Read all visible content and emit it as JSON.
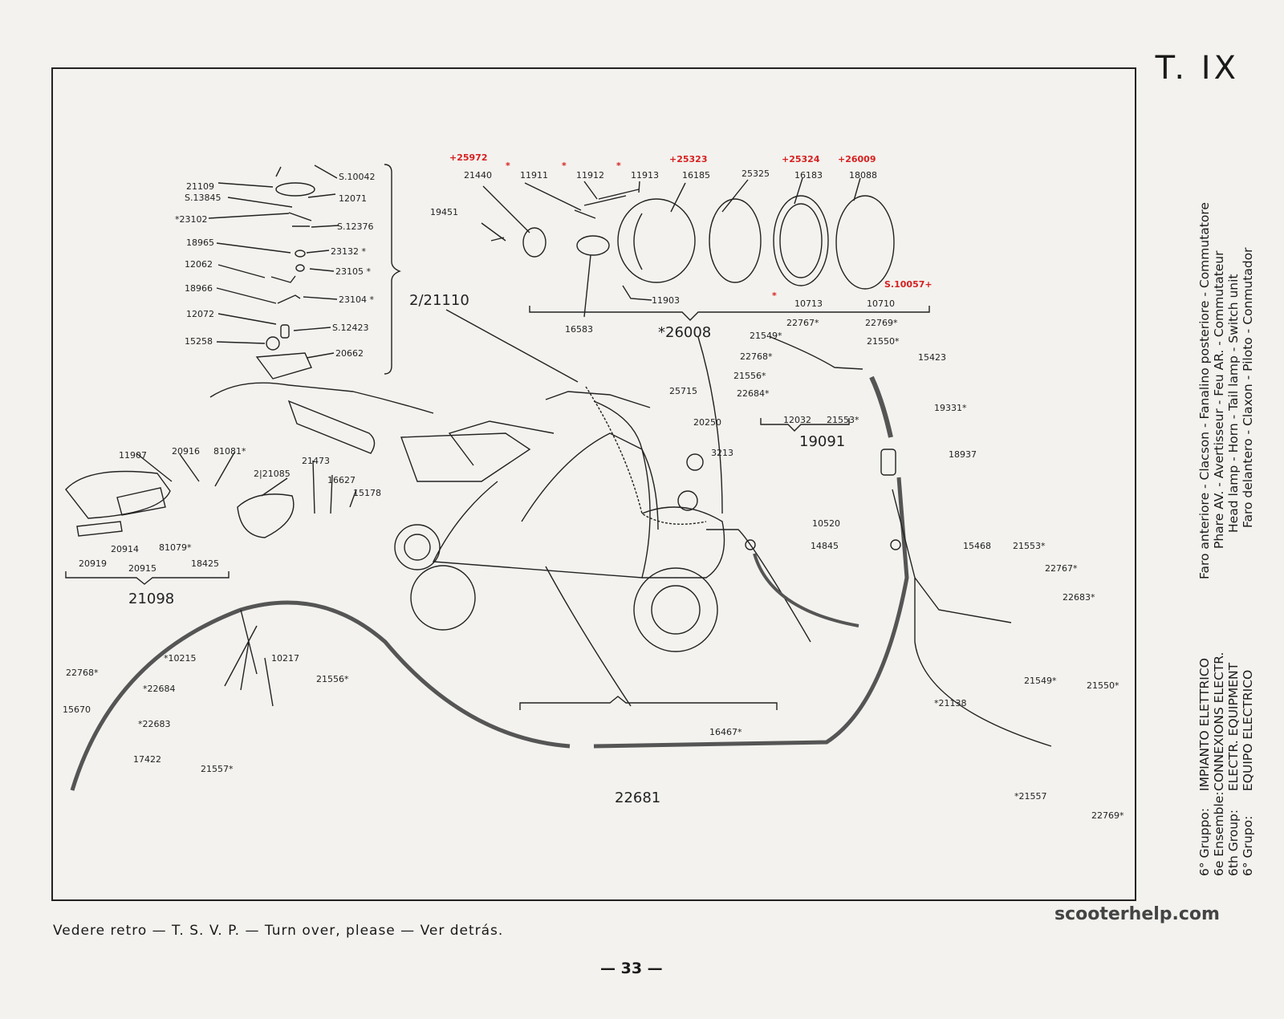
{
  "plate": "T. IX",
  "footer": "Vedere retro — T. S. V. P. — Turn over, please — Ver detrás.",
  "page_number": "— 33 —",
  "watermark": "scooterhelp.com",
  "side_title": {
    "groups": [
      "6° Gruppo:",
      "6e Ensemble:",
      "6th Group:",
      "6° Grupo:"
    ],
    "names": [
      "IMPIANTO ELETTRICO",
      "CONNEXIONS ELECTR.",
      "ELECTR. EQUIPMENT",
      "EQUIPO ELECTRICO"
    ],
    "descriptions": [
      "Faro anteriore - Clacson - Fanalino posteriore - Commutatore",
      "Phare AV. - Avertisseur - Feu AR. - Commutateur",
      "Head lamp - Horn - Tail lamp - Switch unit",
      "Faro delantero - Claxon - Piloto - Conmutador"
    ]
  },
  "labels": {
    "switch": [
      "21109",
      "S.10042",
      "S.13845",
      "12071",
      "*23102",
      "S.12376",
      "18965",
      "23132 *",
      "12062",
      "23105 *",
      "18966",
      "23104 *",
      "12072",
      "S.12423",
      "15258",
      "20662",
      "2/21110"
    ],
    "headlamp_red": [
      "+25972",
      "*",
      "*",
      "*",
      "+25323",
      "+25324",
      "+26009",
      "S.10057+",
      "*"
    ],
    "headlamp": [
      "21440",
      "11911",
      "11912",
      "11913",
      "16185",
      "25325",
      "16183",
      "18088",
      "19451",
      "11903",
      "16583",
      "10713",
      "10710",
      "*26008"
    ],
    "harness_top": [
      "22767*",
      "22769*",
      "21549*",
      "21550*",
      "22768*",
      "15423",
      "21556*",
      "22684*",
      "12032",
      "21553*",
      "19331*",
      "19091",
      "18937"
    ],
    "center": [
      "25715",
      "20250",
      "3213",
      "10520",
      "14845"
    ],
    "taillamp": [
      "11907",
      "20916",
      "81081*",
      "2|21085",
      "21473",
      "16627",
      "15178",
      "20914",
      "81079*",
      "20919",
      "20915",
      "18425",
      "21098"
    ],
    "lower_left": [
      "22768*",
      "*10215",
      "10217",
      "21556*",
      "*22684",
      "15670",
      "*22683",
      "17422",
      "21557*"
    ],
    "bottom": [
      "16467*",
      "22681"
    ],
    "right": [
      "15468",
      "21553*",
      "22767*",
      "22683*",
      "*21138",
      "21549*",
      "21550*",
      "*21557",
      "22769*"
    ]
  }
}
